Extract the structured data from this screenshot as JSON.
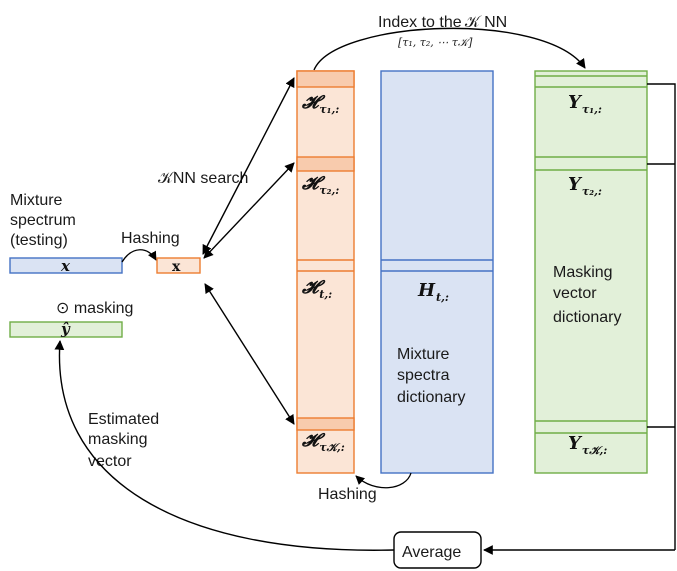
{
  "colors": {
    "blue_fill": "#dae3f3",
    "blue_stroke": "#4472c4",
    "orange_fill": "#fbe5d6",
    "orange_band": "#f8cbad",
    "orange_stroke": "#ed7d31",
    "green_fill": "#e2f0d9",
    "green_stroke": "#70ad47",
    "line": "#000000"
  },
  "top_label": {
    "text": "Index to the 𝒦 NN",
    "sub": "[τ₁, τ₂, ⋯ τ𝒦]"
  },
  "left": {
    "mixture_lines": [
      "Mixture",
      "spectrum",
      "(testing)"
    ],
    "x_symbol": "x",
    "hashing": "Hashing",
    "hashed_x": "x",
    "masking": "⊙ masking",
    "y_symbol": "ŷ",
    "estimated_lines": [
      "Estimated",
      "masking",
      "vector"
    ]
  },
  "knn_search": "𝒦NN search",
  "hash_dictionary": {
    "rows": [
      {
        "main": "𝓗",
        "sub": "τ₁,:"
      },
      {
        "main": "𝓗",
        "sub": "τ₂,:"
      },
      {
        "main": "𝓗",
        "sub": "t,:"
      },
      {
        "main": "𝓗",
        "sub": "τ𝒦,:"
      }
    ]
  },
  "mixture_dictionary": {
    "row": {
      "main": "H",
      "sub": "t,:"
    },
    "label_lines": [
      "Mixture",
      "spectra",
      "dictionary"
    ]
  },
  "mask_dictionary": {
    "rows": [
      {
        "main": "Y",
        "sub": "τ₁,:"
      },
      {
        "main": "Y",
        "sub": "τ₂,:"
      },
      {
        "main": "Y",
        "sub": "τ𝒦,:"
      }
    ],
    "label_lines": [
      "Masking",
      "vector",
      "dictionary"
    ]
  },
  "bottom_hashing": "Hashing",
  "average": "Average"
}
